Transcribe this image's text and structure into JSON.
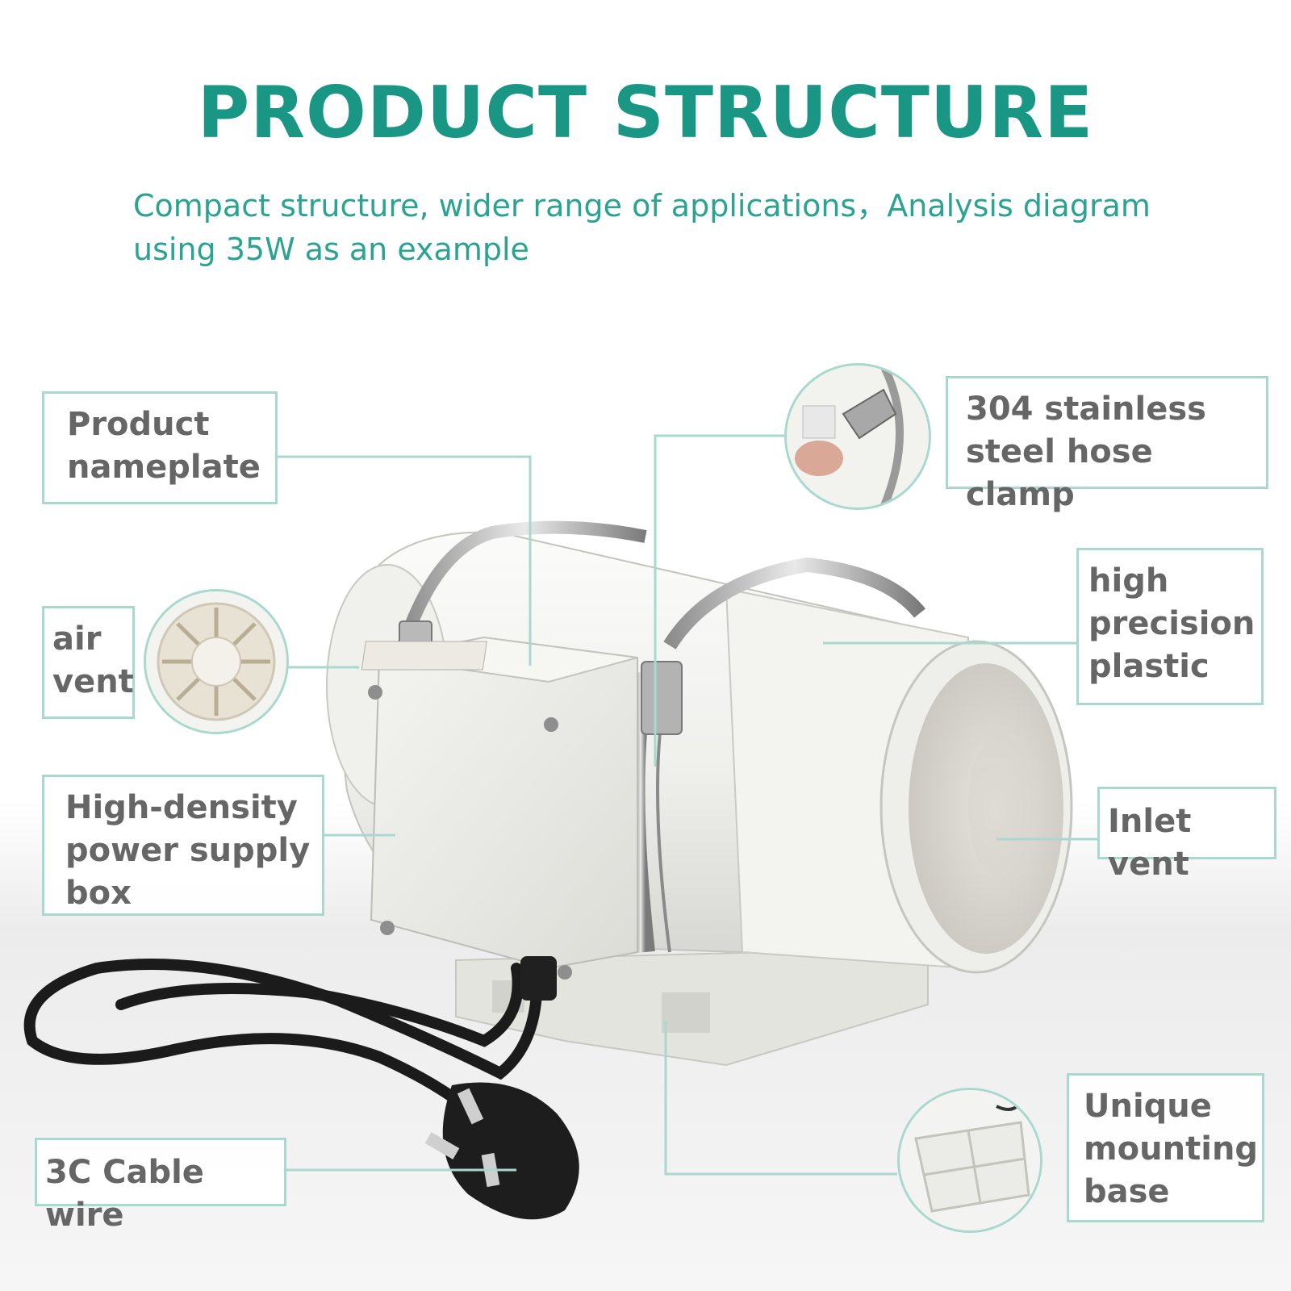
{
  "title": "PRODUCT STRUCTURE",
  "subtitle": "Compact structure, wider range of applications，Analysis diagram using 35W as an example",
  "labels": {
    "nameplate": "Product\nnameplate",
    "air_vent": "air\nvent",
    "power_box": "High-density\npower supply\nbox",
    "cable": "3C Cable wire",
    "clamp": "304 stainless\nsteel hose clamp",
    "plastic": "high\nprecision\nplastic",
    "inlet": "Inlet vent",
    "base": "Unique\nmounting\nbase"
  },
  "colors": {
    "title": "#1a9685",
    "subtitle": "#2aa391",
    "accent_border": "#a9d8cf",
    "label_text": "#666666"
  },
  "icons": [
    "fan-illustration",
    "hose-clamp-detail",
    "air-vent-detail",
    "mounting-base-detail",
    "power-plug-icon"
  ]
}
